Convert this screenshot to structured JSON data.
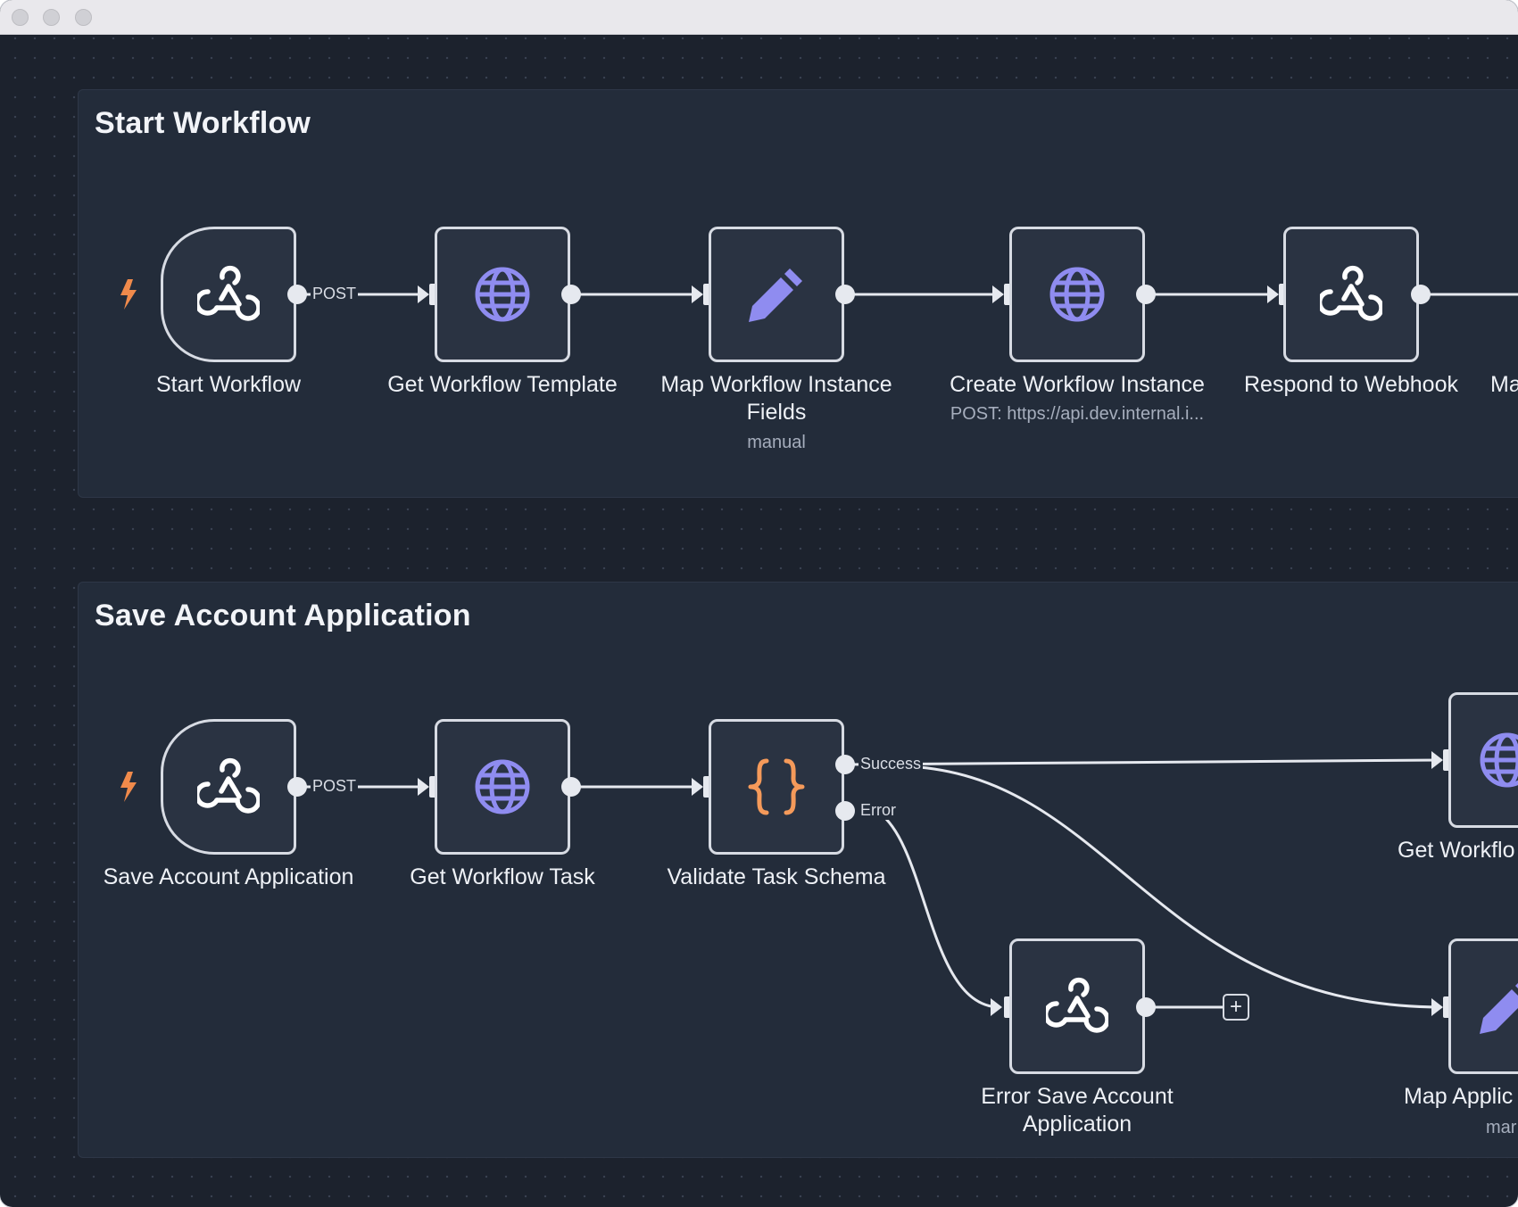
{
  "window": {
    "controls": [
      "close",
      "minimize",
      "maximize"
    ]
  },
  "colors": {
    "canvas": "#1c222d",
    "group": "#232c3a",
    "node_border": "#d7dbe3",
    "globe": "#8f8cf0",
    "pencil": "#8f8cf0",
    "braces": "#f59a5a",
    "bolt": "#f08a4b"
  },
  "groups": [
    {
      "title": "Start Workflow",
      "nodes": [
        {
          "label": "Start Workflow",
          "icon": "webhook-icon",
          "trigger": true
        },
        {
          "label": "Get Workflow Template",
          "icon": "globe-icon"
        },
        {
          "label": "Map Workflow Instance Fields",
          "sub": "manual",
          "icon": "pencil-icon"
        },
        {
          "label": "Create Workflow Instance",
          "sub": "POST: https://api.dev.internal.i...",
          "icon": "globe-icon"
        },
        {
          "label": "Respond to Webhook",
          "icon": "webhook-icon"
        },
        {
          "label": "Ma"
        }
      ],
      "wire_label": "POST"
    },
    {
      "title": "Save Account Application",
      "nodes": [
        {
          "label": "Save Account Application",
          "icon": "webhook-icon",
          "trigger": true
        },
        {
          "label": "Get Workflow Task",
          "icon": "globe-icon"
        },
        {
          "label": "Validate Task Schema",
          "icon": "braces-icon",
          "outputs": [
            "Success",
            "Error"
          ]
        },
        {
          "label": "Error Save Account Application",
          "icon": "webhook-icon"
        },
        {
          "label": "Get Workflo",
          "icon": "globe-icon"
        },
        {
          "label": "Map Applic",
          "sub": "mar",
          "icon": "pencil-icon"
        }
      ],
      "wire_label": "POST"
    }
  ]
}
